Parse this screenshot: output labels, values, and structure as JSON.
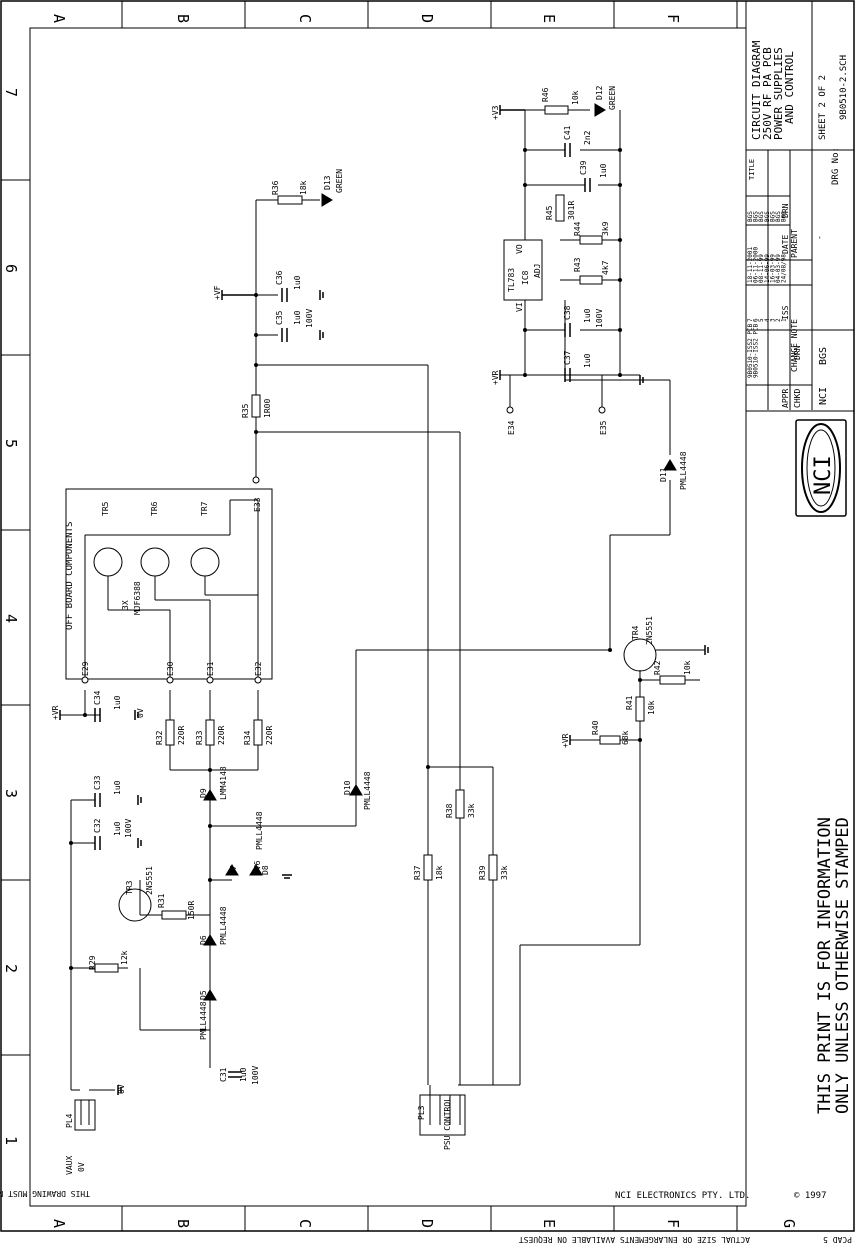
{
  "border": {
    "rows": [
      "A",
      "B",
      "C",
      "D",
      "E",
      "F",
      "G"
    ],
    "cols": [
      "1",
      "2",
      "3",
      "4",
      "5",
      "6",
      "7"
    ]
  },
  "footer": {
    "copyright": "© 1997",
    "company": "NCI ELECTRONICS PTY. LTD.",
    "notice": "THIS DRAWING MUST NOT BE USED FOR ANY PURPOSE OTHER THAN THAT FOR WHICH IT IS SUPPLIED.",
    "cad": "PCAD 5",
    "actual": "ACTUAL SIZE OR ENLARGEMENTS AVAILABLE ON REQUEST"
  },
  "title_block": {
    "title_label": "TITLE",
    "title_lines": [
      "CIRCUIT DIAGRAM",
      "250V RF PA PCB",
      "POWER SUPPLIES",
      "AND CONTROL"
    ],
    "sheet": "SHEET 2 OF 2",
    "drg_label": "DRG No:",
    "drg_no": "9B0510-2.SCH",
    "revisions": [
      {
        "iss": "7",
        "date": "18-11-2001",
        "drn": "BGS",
        "note": "9B0510-ISS2 PCB"
      },
      {
        "iss": "6",
        "date": "06-11-2000",
        "drn": "BGS",
        "note": "9B0510-ISS2 PCB"
      },
      {
        "iss": "5",
        "date": "08-11-99",
        "drn": "BGS",
        "note": ""
      },
      {
        "iss": "4",
        "date": "14-06-99",
        "drn": "BGS",
        "note": ""
      },
      {
        "iss": "3",
        "date": "16-03-99",
        "drn": "BGS",
        "note": ""
      },
      {
        "iss": "2",
        "date": "04-03-99",
        "drn": "BGS",
        "note": ""
      },
      {
        "iss": "1",
        "date": "24/08/98",
        "drn": "BGS",
        "note": ""
      }
    ],
    "hdr_iss": "ISS",
    "hdr_date": "DATE",
    "hdr_drn": "DRN",
    "hdr_change": "CHANGE NOTE",
    "hdr_appr": "APPR",
    "hdr_chkd": "CHKD",
    "hdr_drn2": "DRN",
    "nci": "NCI",
    "bgs": "BGS",
    "parent": "PARENT",
    "dash": "-"
  },
  "stamp": [
    "THIS PRINT IS FOR INFORMATION",
    "ONLY UNLESS OTHERWISE STAMPED"
  ],
  "logo_text": "NCI",
  "off_board": {
    "title": "OFF BOARD COMPONENTS",
    "trs": [
      "TR5",
      "TR6",
      "TR7"
    ],
    "qty": "3X",
    "part": "MJF6388"
  },
  "labels": {
    "R29": "R29",
    "R29v": "12k",
    "R31": "R31",
    "R31v": "150R",
    "TR3": "TR3",
    "TR3v": "2N5551",
    "D5": "D5",
    "D5v": "PMLL4448",
    "D6": "D6",
    "D6v": "PMLL4448",
    "D7": "D7",
    "D7v": "5V6",
    "D8": "D8",
    "D8v": "PMLL4448",
    "D9": "D9",
    "D9v": "LMM4148",
    "D10": "D10",
    "D10v": "PMLL4448",
    "D11": "D11",
    "D11v": "PMLL4448",
    "D12": "D12",
    "D12v": "GREEN",
    "D13": "D13",
    "D13v": "GREEN",
    "C31": "C31",
    "C31v1": "1u0",
    "C31v2": "100V",
    "C32": "C32",
    "C32v1": "1u0",
    "C32v2": "100V",
    "C33": "C33",
    "C33v": "1u0",
    "C34": "C34",
    "C34v": "1u0",
    "C35": "C35",
    "C35v1": "1u0",
    "C35v2": "100V",
    "C36": "C36",
    "C36v": "1u0",
    "C37": "C37",
    "C37v": "1u0",
    "C38": "C38",
    "C38v1": "1u0",
    "C38v2": "100V",
    "C39": "C39",
    "C39v": "1u0",
    "C41": "C41",
    "C41v": "2n2",
    "R32": "R32",
    "R32v": "220R",
    "R33": "R33",
    "R33v": "220R",
    "R34": "R34",
    "R34v": "220R",
    "R35": "R35",
    "R35v": "1R00",
    "R36": "R36",
    "R36v": "18k",
    "R37": "R37",
    "R37v": "18k",
    "R38": "R38",
    "R38v": "33k",
    "R39": "R39",
    "R39v": "33k",
    "R40": "R40",
    "R40v": "68k",
    "R41": "R41",
    "R41v": "10k",
    "R42": "R42",
    "R42v": "10k",
    "R43": "R43",
    "R43v": "4k7",
    "R44": "R44",
    "R44v": "3k9",
    "R45": "R45",
    "R45v": "301R",
    "R46": "R46",
    "R46v": "10k",
    "TR4": "TR4",
    "TR4v": "2N5551",
    "IC8": "IC8",
    "IC8v": "TL783",
    "VI": "VI",
    "VO": "VO",
    "ADJ": "ADJ",
    "PL3": "PL3",
    "PL4": "PL4",
    "psu": "PSU CONTROL",
    "vaux": "VAUX",
    "vauxv": "0V",
    "E29": "E29",
    "E30": "E30",
    "E31": "E31",
    "E32": "E32",
    "E33": "E33",
    "E34": "E34",
    "E35": "E35",
    "pVR": "+VR",
    "pVF": "+VF",
    "pV3": "+V3",
    "zeroV": "0V"
  }
}
